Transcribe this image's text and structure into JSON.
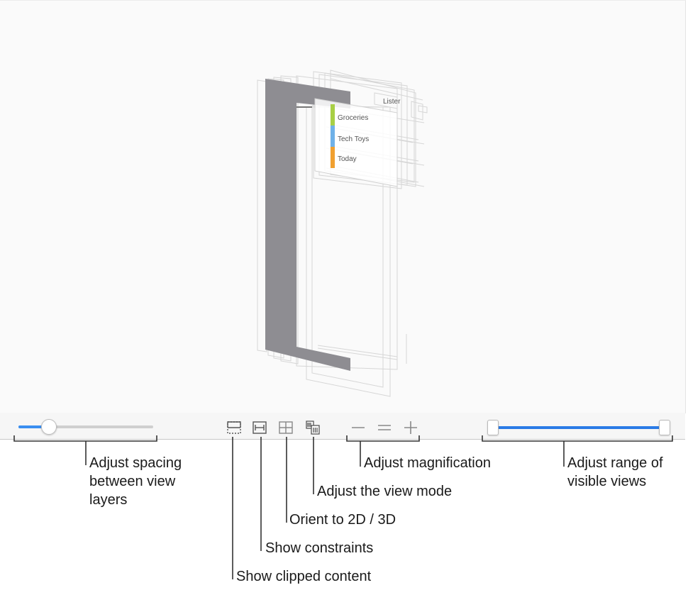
{
  "scene": {
    "title_label": "Lister",
    "rows": [
      {
        "label": "Groceries",
        "color": "#a8cf45"
      },
      {
        "label": "Tech Toys",
        "color": "#6fb1e8"
      },
      {
        "label": "Today",
        "color": "#f0a030"
      }
    ],
    "shadow_color": "#8e8d92"
  },
  "toolbar": {
    "spacing_level": 0.22,
    "range_start": 0.0,
    "range_end": 1.0,
    "accent_color": "#2a7be6",
    "icons": {
      "clipped": "show-clipped-content-icon",
      "constraints": "show-constraints-icon",
      "orient": "orient-2d-3d-icon",
      "view_mode": "view-mode-icon",
      "zoom_out": "zoom-out-icon",
      "zoom_actual": "zoom-actual-size-icon",
      "zoom_in": "zoom-in-icon"
    }
  },
  "callouts": {
    "spacing": [
      "Adjust spacing",
      "between view",
      "layers"
    ],
    "magnification": "Adjust magnification",
    "view_mode": "Adjust the view mode",
    "orient": "Orient to 2D / 3D",
    "constraints": "Show constraints",
    "clipped": "Show clipped content",
    "range": [
      "Adjust range of",
      "visible views"
    ]
  }
}
